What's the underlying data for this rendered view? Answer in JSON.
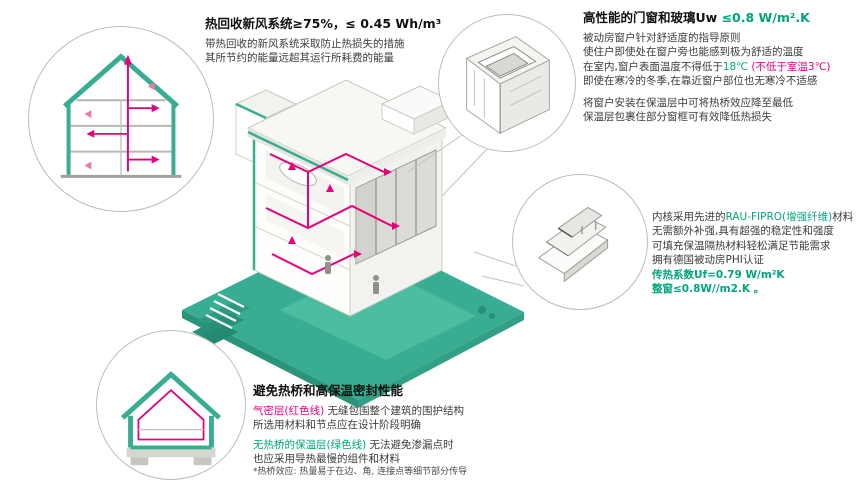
{
  "colors": {
    "teal": "#38ad92",
    "magenta": "#e5007e",
    "green_text": "#00a57c",
    "line_gray": "#bcbcb7"
  },
  "ventilation": {
    "title": "热回收新风系统≥75%，≤ 0.45 Wh/m³",
    "body": [
      "带热回收的新风系统采取防止热损失的措施",
      "其所节约的能量远超其运行所耗费的能量"
    ]
  },
  "windows": {
    "title_prefix": "高性能的门窗和玻璃Uw ",
    "title_value": "≤0.8 W/m².K",
    "para1": [
      "被动房窗户针对舒适度的指导原则",
      "使住户即使处在窗户旁也能感到极为舒适的温度"
    ],
    "temp_line": {
      "prefix": "在室内,窗户表面温度不得低于",
      "temp": "18℃",
      "note": " (不低于室温3℃)"
    },
    "para1_end": "即使在寒冷的冬季,在靠近窗户部位也无寒冷不适感",
    "para2": [
      "将窗户安装在保温层中可将热桥效应降至最低",
      "保温层包裹住部分窗框可有效降低热损失"
    ]
  },
  "profile": {
    "line1_prefix": "内核采用先进的",
    "line1_highlight": "RAU-FIPRO(增强纤维)",
    "line1_suffix": "材料",
    "lines": [
      "无需额外补强,具有超强的稳定性和强度",
      "可填充保温隔热材料轻松满足节能需求",
      "拥有德国被动房PHI认证"
    ],
    "uf_value": "传热系数Uf=0.79 W/m²K",
    "uw_value": "整窗≤0.8W//m2.K 。"
  },
  "thermal": {
    "title": "避免热桥和高保温密封性能",
    "airtight_label": "气密层(红色线)",
    "airtight_text": " 无缝包围整个建筑的围护结构",
    "airtight_line2": "所选用材料和节点应在设计阶段明确",
    "insulation_label": "无热桥的保温层(绿色线)",
    "insulation_text": " 无法避免渗漏点时",
    "insulation_line2": "也应采用导热最慢的组件和材料",
    "footnote": "*热桥效应: 热量易于在边、角, 连接点等细节部分传导"
  }
}
